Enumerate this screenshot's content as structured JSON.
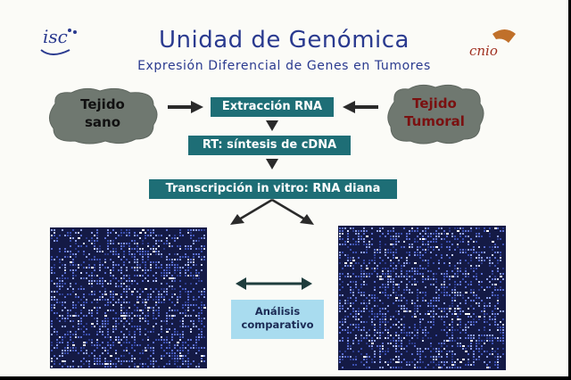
{
  "header": {
    "title": "Unidad de Genómica",
    "subtitle": "Expresión Diferencial de Genes en Tumores",
    "logo_left_text": "isc",
    "logo_right_text": "cnio"
  },
  "flow": {
    "left_cloud": {
      "line1": "Tejido",
      "line2": "sano"
    },
    "right_cloud": {
      "line1": "Tejido",
      "line2": "Tumoral"
    },
    "step1": "Extracción RNA",
    "step2": "RT: síntesis de cDNA",
    "step3": "Transcripción in vitro: RNA diana",
    "analysis": {
      "line1": "Análisis",
      "line2": "comparativo"
    }
  },
  "colors": {
    "title": "#2a3a8f",
    "step_box": "#1e6e76",
    "cloud": "#6f7870",
    "healthy_text": "#111111",
    "tumor_text": "#7a1010",
    "analysis_box": "#a9dcef",
    "microarray_bg": "#141a45"
  },
  "icons": {
    "arrow_right": "arrow-right-icon",
    "arrow_left": "arrow-left-icon",
    "arrow_down": "arrow-down-icon",
    "double_arrow": "double-arrow-icon"
  }
}
